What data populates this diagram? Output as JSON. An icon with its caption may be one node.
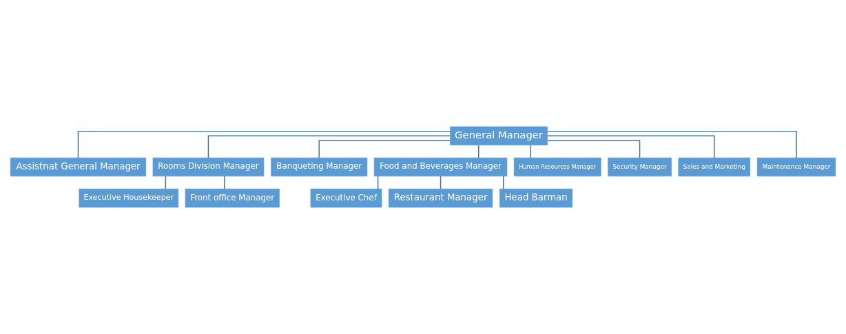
{
  "diagram": {
    "nodes": [
      {
        "text": [
          "General Manager"
        ]
      },
      {
        "text": [
          "Assistnat General Manager"
        ]
      },
      {
        "text": [
          "Rooms Division Manager"
        ]
      },
      {
        "text": [
          "Banqueting Manager"
        ]
      },
      {
        "text": [
          "Food and Beverages Manager"
        ]
      },
      {
        "text": [
          "Human Resources Manager"
        ]
      },
      {
        "text": [
          "Security Manager"
        ]
      },
      {
        "text": [
          "Sales and Marketing"
        ]
      },
      {
        "text": [
          "Maintenance Manager"
        ]
      },
      {
        "text": [
          "Executive Housekeeper"
        ]
      },
      {
        "text": [
          "Front office Manager"
        ]
      },
      {
        "text": [
          "Executive Chef"
        ]
      },
      {
        "text": [
          "Restaurant Manager"
        ]
      },
      {
        "text": [
          "Head Barman"
        ]
      }
    ],
    "edges": [
      {
        "from": 0,
        "to": 1,
        "arrow": "none"
      },
      {
        "from": 0,
        "to": 2,
        "arrow": "none"
      },
      {
        "from": 0,
        "to": 3,
        "arrow": "none"
      },
      {
        "from": 0,
        "to": 4,
        "arrow": "none"
      },
      {
        "from": 0,
        "to": 5,
        "arrow": "none"
      },
      {
        "from": 0,
        "to": 6,
        "arrow": "none"
      },
      {
        "from": 0,
        "to": 7,
        "arrow": "none"
      },
      {
        "from": 0,
        "to": 8,
        "arrow": "none"
      },
      {
        "from": 2,
        "to": 9,
        "arrow": "none"
      },
      {
        "from": 2,
        "to": 10,
        "arrow": "none"
      },
      {
        "from": 4,
        "to": 11,
        "arrow": "none"
      },
      {
        "from": 4,
        "to": 12,
        "arrow": "none"
      },
      {
        "from": 4,
        "to": 13,
        "arrow": "none"
      }
    ]
  }
}
